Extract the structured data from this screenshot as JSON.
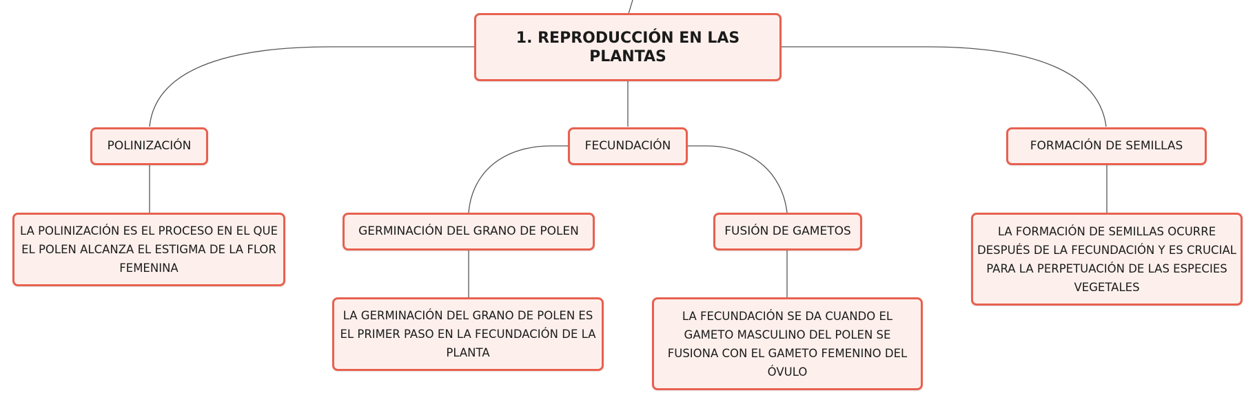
{
  "colors": {
    "node_border": "#e8604f",
    "node_fill": "#fdf0ec",
    "connector": "#555555"
  },
  "root": {
    "label": "1. REPRODUCCIÓN EN LAS PLANTAS"
  },
  "branches": {
    "polinizacion": {
      "label": "POLINIZACIÓN",
      "detail": "LA POLINIZACIÓN ES EL PROCESO EN EL QUE EL POLEN ALCANZA EL ESTIGMA DE LA FLOR FEMENINA"
    },
    "fecundacion": {
      "label": "FECUNDACIÓN",
      "germinacion": {
        "label": "GERMINACIÓN DEL GRANO DE POLEN",
        "detail": "LA GERMINACIÓN DEL GRANO DE POLEN ES EL PRIMER PASO EN LA FECUNDACIÓN DE LA PLANTA"
      },
      "fusion": {
        "label": "FUSIÓN DE GAMETOS",
        "detail": "LA FECUNDACIÓN SE DA CUANDO EL GAMETO MASCULINO DEL POLEN SE FUSIONA CON EL GAMETO FEMENINO DEL ÓVULO"
      }
    },
    "formacion": {
      "label": "FORMACIÓN DE SEMILLAS",
      "detail": "LA FORMACIÓN DE SEMILLAS OCURRE DESPUÉS DE LA FECUNDACIÓN Y ES CRUCIAL PARA LA PERPETUACIÓN DE LAS ESPECIES VEGETALES"
    }
  }
}
